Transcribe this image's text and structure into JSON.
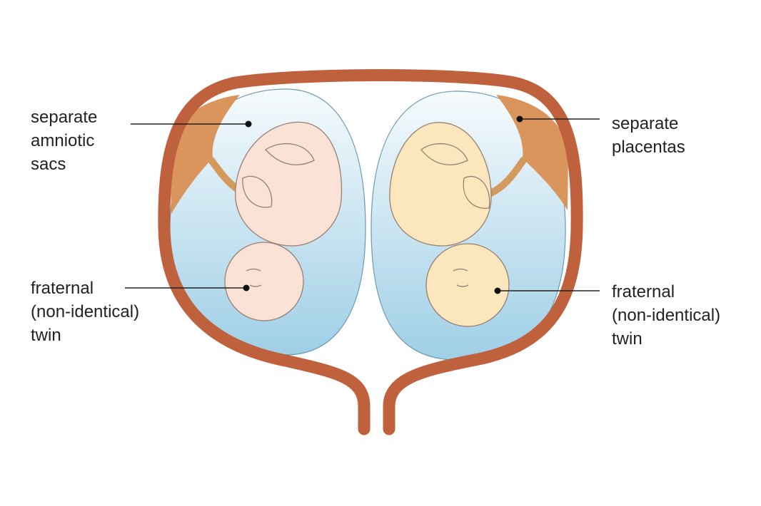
{
  "labels": {
    "amniotic_sacs": [
      "separate",
      "amniotic",
      "sacs"
    ],
    "placentas": [
      "separate",
      "placentas"
    ],
    "twin_left": [
      "fraternal",
      "(non-identical)",
      "twin"
    ],
    "twin_right": [
      "fraternal",
      "(non-identical)",
      "twin"
    ]
  },
  "colors": {
    "uterus_wall": "#c0613e",
    "placenta": "#d9955c",
    "sac_top": "#f4fafd",
    "sac_bottom": "#9fcfe6",
    "twin_left_skin": "#fbe2d6",
    "twin_right_skin": "#fbe6bd"
  }
}
